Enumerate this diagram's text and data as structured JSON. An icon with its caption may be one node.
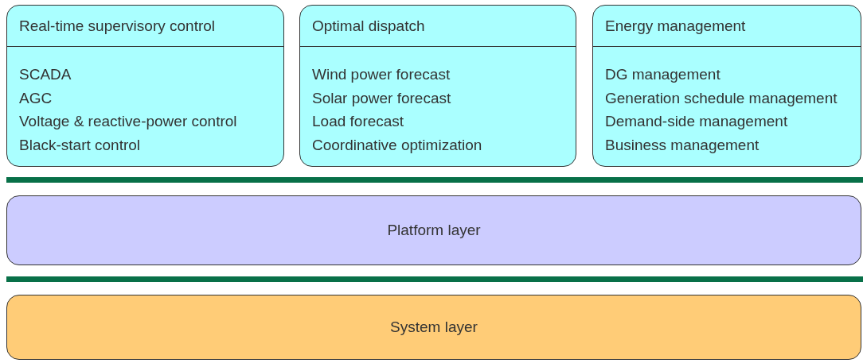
{
  "diagram": {
    "nodes": [
      {
        "text": [
          "Real-time supervisory control",
          "SCADA",
          "AGC",
          "Voltage & reactive-power control",
          "Black-start control"
        ]
      },
      {
        "text": [
          "Optimal dispatch",
          "Wind power forecast",
          "Solar power forecast",
          "Load forecast",
          "Coordinative optimization"
        ]
      },
      {
        "text": [
          "Energy management",
          "DG management",
          "Generation schedule management",
          "Demand-side management",
          "Business management"
        ]
      },
      {
        "text": [
          "Platform layer"
        ]
      },
      {
        "text": [
          "System layer"
        ]
      }
    ]
  }
}
